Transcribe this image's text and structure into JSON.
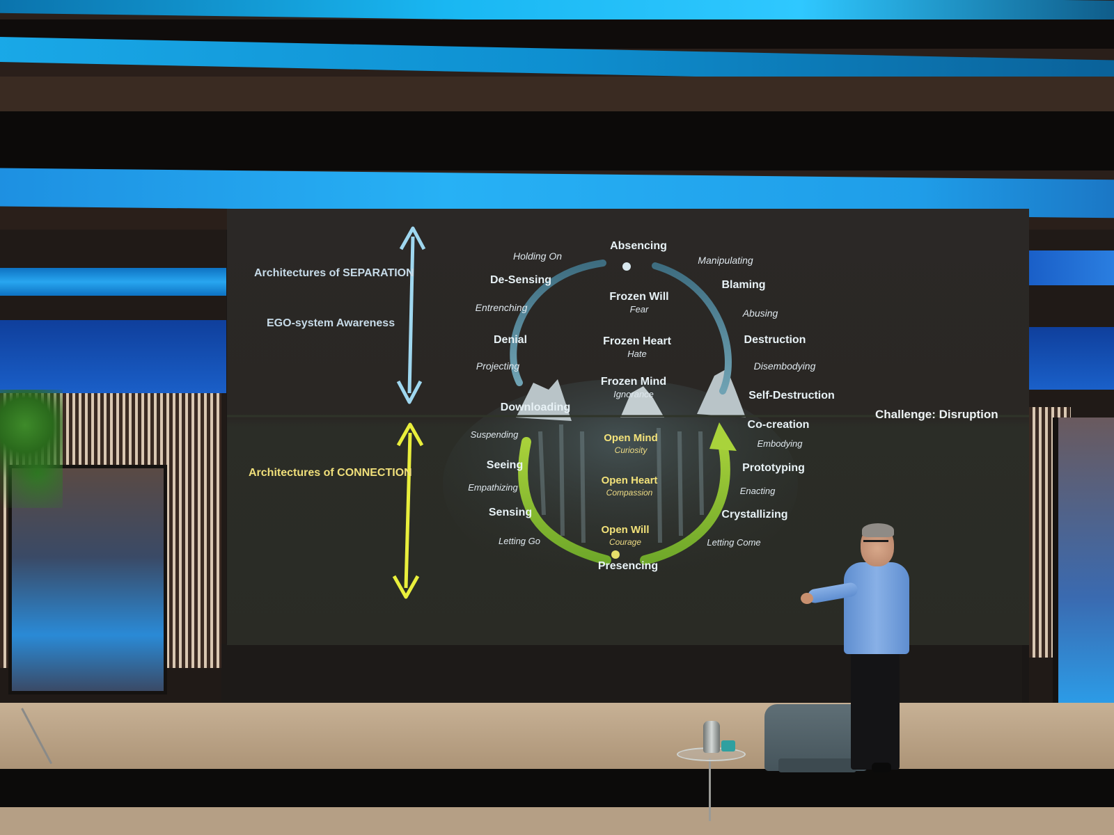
{
  "slide": {
    "left_titles": {
      "separation": "Architectures of SEPARATION",
      "ego": "EGO-system Awareness",
      "connection": "Architectures of CONNECTION"
    },
    "right_title": "Challenge: Disruption",
    "arrow_colors": {
      "upper": "#9fd7ef",
      "lower": "#e9ef3c"
    },
    "top_node": "Absencing",
    "bottom_node": "Presencing",
    "frozen": [
      {
        "title": "Frozen Will",
        "sub": "Fear"
      },
      {
        "title": "Frozen Heart",
        "sub": "Hate"
      },
      {
        "title": "Frozen Mind",
        "sub": "Ignorance"
      }
    ],
    "open": [
      {
        "title": "Open Mind",
        "sub": "Curiosity"
      },
      {
        "title": "Open Heart",
        "sub": "Compassion"
      },
      {
        "title": "Open Will",
        "sub": "Courage"
      }
    ],
    "left_upper": {
      "holding_on": "Holding On",
      "de_sensing": "De-Sensing",
      "entrenching": "Entrenching",
      "denial": "Denial",
      "projecting": "Projecting",
      "downloading": "Downloading"
    },
    "right_upper": {
      "manipulating": "Manipulating",
      "blaming": "Blaming",
      "abusing": "Abusing",
      "destruction": "Destruction",
      "disembodying": "Disembodying",
      "self_destruction": "Self-Destruction"
    },
    "left_lower": {
      "suspending": "Suspending",
      "seeing": "Seeing",
      "empathizing": "Empathizing",
      "sensing": "Sensing",
      "letting_go": "Letting Go"
    },
    "right_lower": {
      "co_creation": "Co-creation",
      "embodying": "Embodying",
      "prototyping": "Prototyping",
      "enacting": "Enacting",
      "crystallizing": "Crystallizing",
      "letting_come": "Letting Come"
    }
  }
}
